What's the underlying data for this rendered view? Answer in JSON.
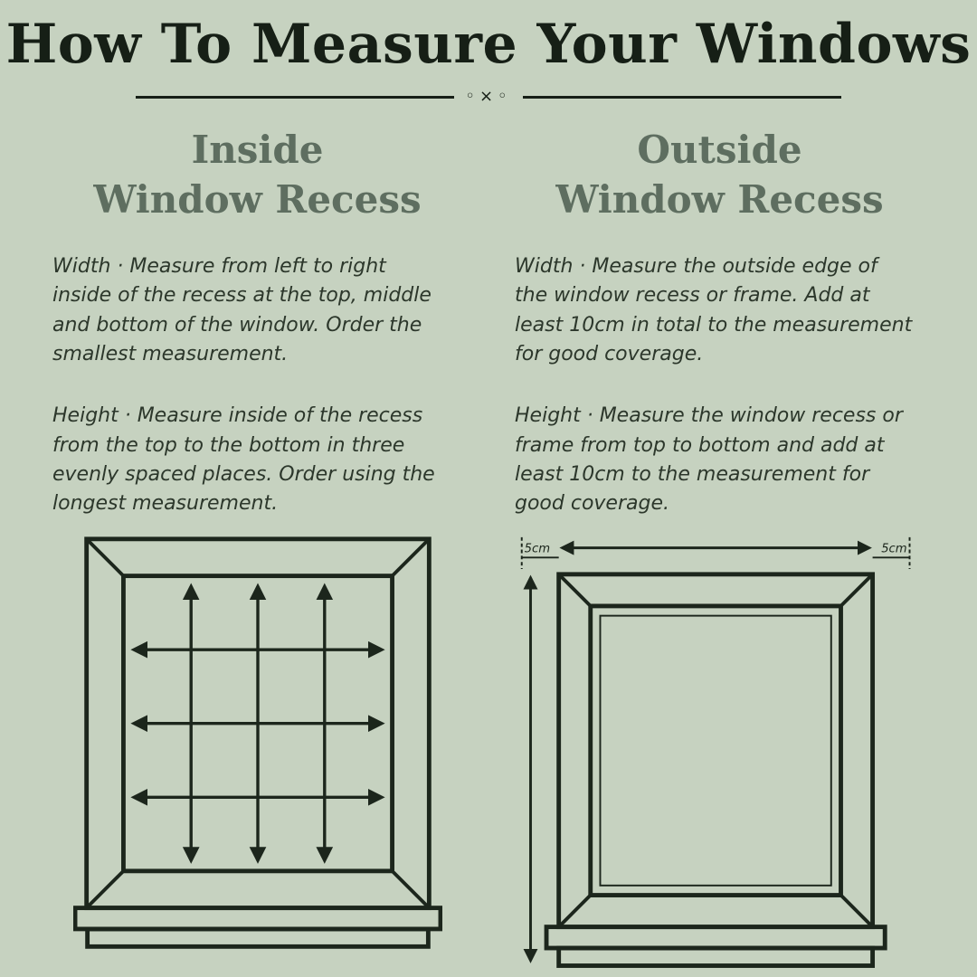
{
  "page": {
    "title": "How To Measure Your Windows",
    "divider_ornament": "◦×◦"
  },
  "colors": {
    "background": "#c6d2c0",
    "title": "#161f16",
    "heading": "#5e6e60",
    "body_text": "#2c372b",
    "diagram_lines": "#1c261c"
  },
  "inside": {
    "heading_line1": "Inside",
    "heading_line2": "Window Recess",
    "width_text": "Width · Measure from left to right inside of the recess at the top, middle and bottom of the window. Order the smallest measurement.",
    "height_text": "Height · Measure inside of the recess from the top to the bottom in three evenly spaced places. Order using the longest measurement."
  },
  "outside": {
    "heading_line1": "Outside",
    "heading_line2": "Window Recess",
    "width_text": "Width · Measure the outside edge of the window recess or frame. Add at least 10cm in total to the measurement for good coverage.",
    "height_text": "Height · Measure the window recess or frame from top to bottom and add at least 10cm to the measurement for good coverage.",
    "left_margin_label": "5cm",
    "right_margin_label": "5cm"
  }
}
